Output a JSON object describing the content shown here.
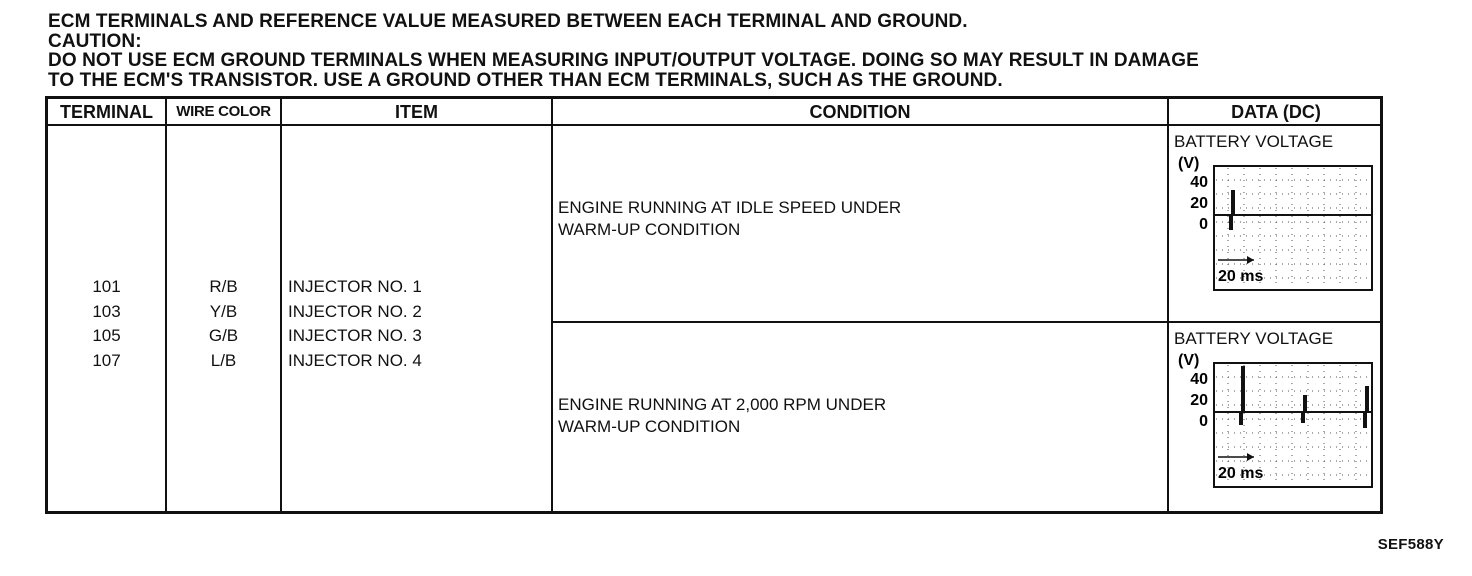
{
  "header": {
    "line1": "ECM TERMINALS AND REFERENCE VALUE MEASURED BETWEEN EACH TERMINAL AND GROUND.",
    "line2": "CAUTION:",
    "line3": "DO NOT USE ECM GROUND TERMINALS WHEN MEASURING INPUT/OUTPUT VOLTAGE. DOING SO MAY RESULT IN DAMAGE",
    "line4": "TO THE ECM'S TRANSISTOR. USE A GROUND OTHER THAN ECM TERMINALS, SUCH AS THE GROUND."
  },
  "table": {
    "columns": [
      "TERMINAL",
      "WIRE COLOR",
      "ITEM",
      "CONDITION",
      "DATA (DC)"
    ],
    "rows": [
      {
        "terminal": "101",
        "wire": "R/B",
        "item": "INJECTOR NO. 1"
      },
      {
        "terminal": "103",
        "wire": "Y/B",
        "item": "INJECTOR NO. 2"
      },
      {
        "terminal": "105",
        "wire": "G/B",
        "item": "INJECTOR NO. 3"
      },
      {
        "terminal": "107",
        "wire": "L/B",
        "item": "INJECTOR NO. 4"
      }
    ],
    "conditions": [
      {
        "line1": "ENGINE RUNNING AT IDLE SPEED UNDER",
        "line2": "WARM-UP CONDITION",
        "data_label": "BATTERY VOLTAGE",
        "scope": {
          "unit": "(V)",
          "ticks": [
            "40",
            "20",
            "0"
          ],
          "time_label": "20 ms",
          "pulses": 1
        }
      },
      {
        "line1": "ENGINE RUNNING AT 2,000 RPM UNDER",
        "line2": "WARM-UP CONDITION",
        "data_label": "BATTERY VOLTAGE",
        "scope": {
          "unit": "(V)",
          "ticks": [
            "40",
            "20",
            "0"
          ],
          "time_label": "20 ms",
          "pulses": 3
        }
      }
    ]
  },
  "figure_code": "SEF588Y"
}
